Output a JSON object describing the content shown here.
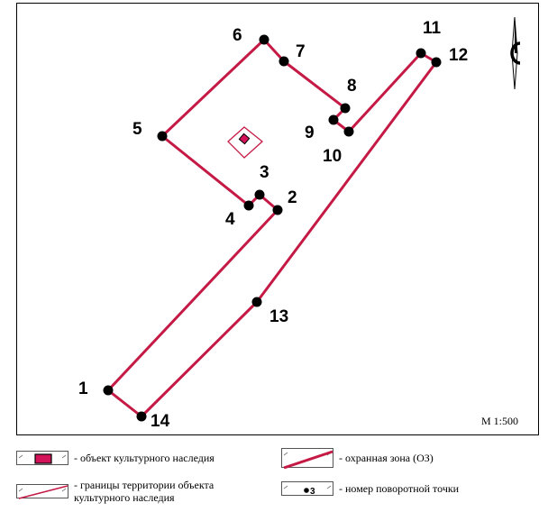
{
  "map": {
    "scale_text": "М 1:500",
    "north_arrow": "compass-north-arrow-icon",
    "boundary_color": "#c41a45",
    "object_fill": "#d4145a",
    "points": [
      {
        "n": "1"
      },
      {
        "n": "2"
      },
      {
        "n": "3"
      },
      {
        "n": "4"
      },
      {
        "n": "5"
      },
      {
        "n": "6"
      },
      {
        "n": "7"
      },
      {
        "n": "8"
      },
      {
        "n": "9"
      },
      {
        "n": "10"
      },
      {
        "n": "11"
      },
      {
        "n": "12"
      },
      {
        "n": "13"
      },
      {
        "n": "14"
      }
    ]
  },
  "legend": {
    "object": "- объект культурного наследия",
    "territory_line1": "- границы территории объекта",
    "territory_line2": "культурного наследия",
    "zone": "- охранная зона (ОЗ)",
    "point": "- номер поворотной точки",
    "point_sample": "3"
  }
}
